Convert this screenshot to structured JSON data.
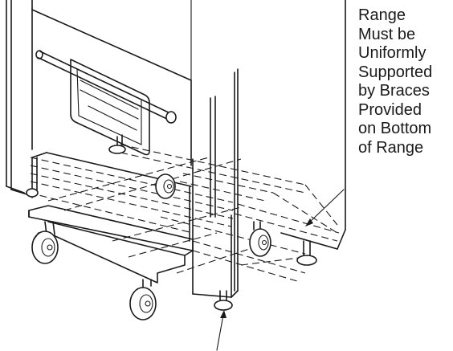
{
  "callout": {
    "lines": [
      "Range",
      "Must be",
      "Uniformly",
      "Supported",
      "by Braces",
      "Provided",
      "on Bottom",
      "of Range"
    ]
  }
}
